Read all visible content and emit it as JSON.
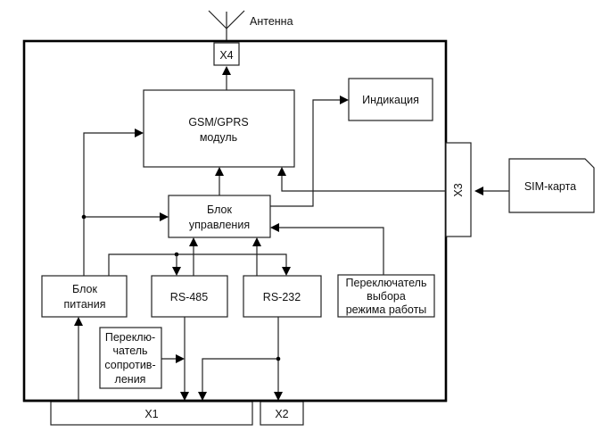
{
  "diagram": {
    "type": "block-diagram",
    "antenna": {
      "label": "Антенна"
    },
    "connectors": {
      "x1": "X1",
      "x2": "X2",
      "x3": "X3",
      "x4": "X4"
    },
    "blocks": {
      "gsm": {
        "line1": "GSM/GPRS",
        "line2": "модуль"
      },
      "indication": {
        "label": "Индикация"
      },
      "control": {
        "line1": "Блок",
        "line2": "управления"
      },
      "power": {
        "line1": "Блок",
        "line2": "питания"
      },
      "rs485": {
        "label": "RS-485"
      },
      "rs232": {
        "label": "RS-232"
      },
      "mode_switch": {
        "line1": "Переключатель",
        "line2": "выбора",
        "line3": "режима работы"
      },
      "resistance_switch": {
        "line1": "Переклю-",
        "line2": "чатель",
        "line3": "сопротив-",
        "line4": "ления"
      },
      "sim": {
        "label": "SIM-карта"
      }
    },
    "connections": [
      {
        "from": "gsm",
        "to": "X4"
      },
      {
        "from": "X4",
        "to": "antenna"
      },
      {
        "from": "power",
        "to": "gsm"
      },
      {
        "from": "power",
        "to": "control"
      },
      {
        "from": "control",
        "to": "gsm"
      },
      {
        "from": "control",
        "to": "indication"
      },
      {
        "from": "X3",
        "to": "gsm"
      },
      {
        "from": "sim",
        "to": "X3"
      },
      {
        "from": "mode_switch",
        "to": "control"
      },
      {
        "from": "rs485",
        "to": "control"
      },
      {
        "from": "rs232",
        "to": "control"
      },
      {
        "from": "power",
        "to": "rs485"
      },
      {
        "from": "power",
        "to": "rs232"
      },
      {
        "from": "X1",
        "to": "power"
      },
      {
        "from": "resistance_switch",
        "to": "rs485-line"
      },
      {
        "from": "rs485",
        "to": "X1"
      },
      {
        "from": "rs232",
        "to": "X1"
      },
      {
        "from": "rs232",
        "to": "X2"
      }
    ]
  }
}
